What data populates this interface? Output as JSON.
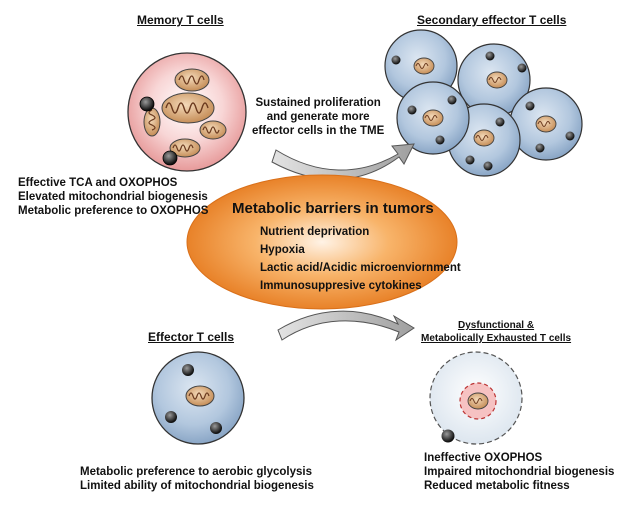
{
  "memory": {
    "title": "Memory T cells",
    "traits": [
      "Effective TCA and OXOPHOS",
      "Elevated mitochondrial biogenesis",
      "Metabolic preference to OXOPHOS"
    ]
  },
  "secondary": {
    "title": "Secondary effector T cells"
  },
  "proliferation": {
    "lines": [
      "Sustained proliferation",
      "and generate more",
      "effector cells in the TME"
    ]
  },
  "barriers": {
    "title": "Metabolic barriers in tumors",
    "items": [
      "Nutrient deprivation",
      "Hypoxia",
      "Lactic acid/Acidic microenviornment",
      "Immunosuppresive cytokines"
    ]
  },
  "effector": {
    "title": "Effector T cells",
    "traits": [
      "Metabolic preference to aerobic glycolysis",
      "Limited ability of mitochondrial biogenesis"
    ]
  },
  "exhausted": {
    "title_lines": [
      "Dysfunctional &",
      "Metabolically Exhausted T cells"
    ],
    "traits": [
      "Ineffective OXOPHOS",
      "Impaired mitochondrial biogenesis",
      "Reduced metabolic fitness"
    ]
  },
  "colors": {
    "memory_cell": "#f4b8b8",
    "effector_cell": "#a9bfd8",
    "barrier_ellipse": "#ee8a2c",
    "mitochondria": "#c98f5a",
    "arrow": "#b0b0b0"
  }
}
